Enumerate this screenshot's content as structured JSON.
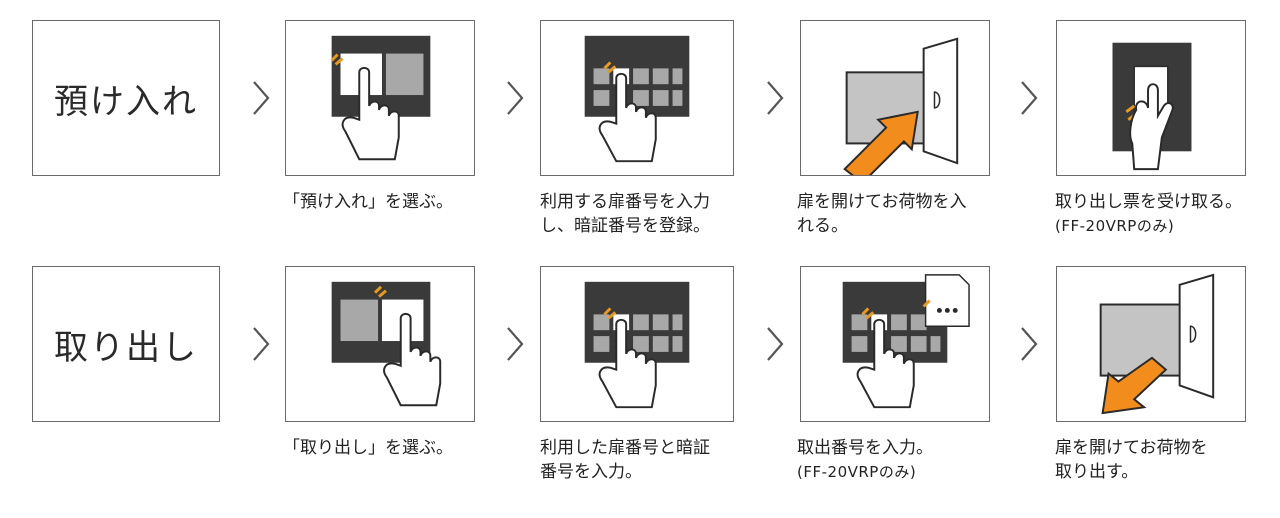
{
  "rows": [
    {
      "label": "預け入れ",
      "captions": [
        {
          "lines": [
            "「預け入れ」を選ぶ。"
          ],
          "note": ""
        },
        {
          "lines": [
            "利用する扉番号を入力",
            "し、暗証番号を登録。"
          ],
          "note": ""
        },
        {
          "lines": [
            "扉を開けてお荷物を入",
            "れる。"
          ],
          "note": ""
        },
        {
          "lines": [
            "取り出し票を受け取る。"
          ],
          "note": "(FF-20VRPのみ)"
        }
      ]
    },
    {
      "label": "取り出し",
      "captions": [
        {
          "lines": [
            "「取り出し」を選ぶ。"
          ],
          "note": ""
        },
        {
          "lines": [
            "利用した扉番号と暗証",
            "番号を入力。"
          ],
          "note": ""
        },
        {
          "lines": [
            "取出番号を入力。"
          ],
          "note": "(FF-20VRPのみ)"
        },
        {
          "lines": [
            "扉を開けてお荷物を",
            "取り出す。"
          ],
          "note": ""
        }
      ]
    }
  ],
  "colors": {
    "frame": "#6a6a6a",
    "screen": "#3a3a3a",
    "key": "#a8a8a8",
    "box": "#c4c4c4",
    "accent": "#f28c1c",
    "flash": "#e89a20"
  },
  "icons": [
    "chevron-right-icon",
    "hand-pointer-icon",
    "package-box-icon",
    "door-icon",
    "receipt-slip-icon",
    "orange-arrow-icon"
  ]
}
